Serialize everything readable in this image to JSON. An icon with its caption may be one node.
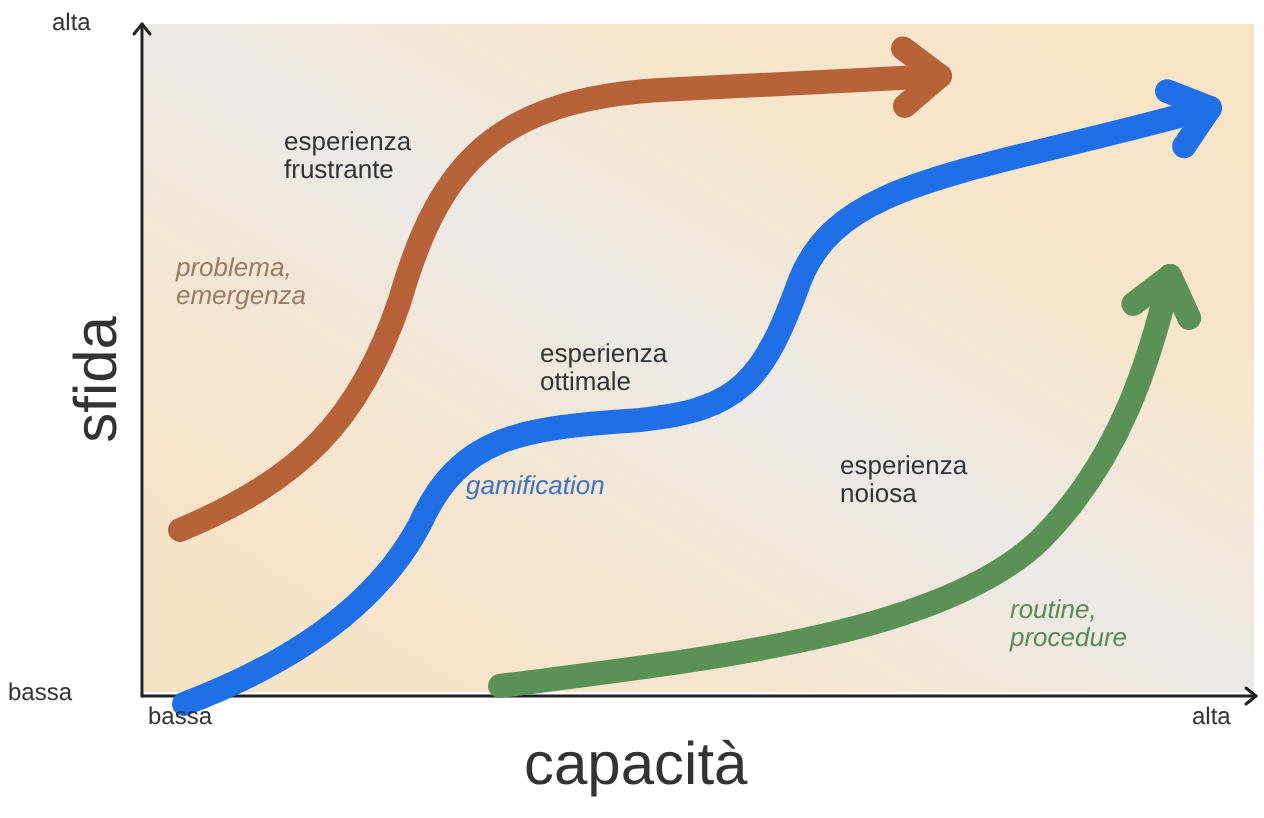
{
  "diagram": {
    "labels": [
      "alta",
      "bassa",
      "sfida",
      "bassa",
      "alta",
      "capacità",
      "esperienza frustrante",
      "problema, emergenza",
      "esperienza ottimale",
      "gamification",
      "esperienza noiosa",
      "routine, procedure"
    ]
  }
}
